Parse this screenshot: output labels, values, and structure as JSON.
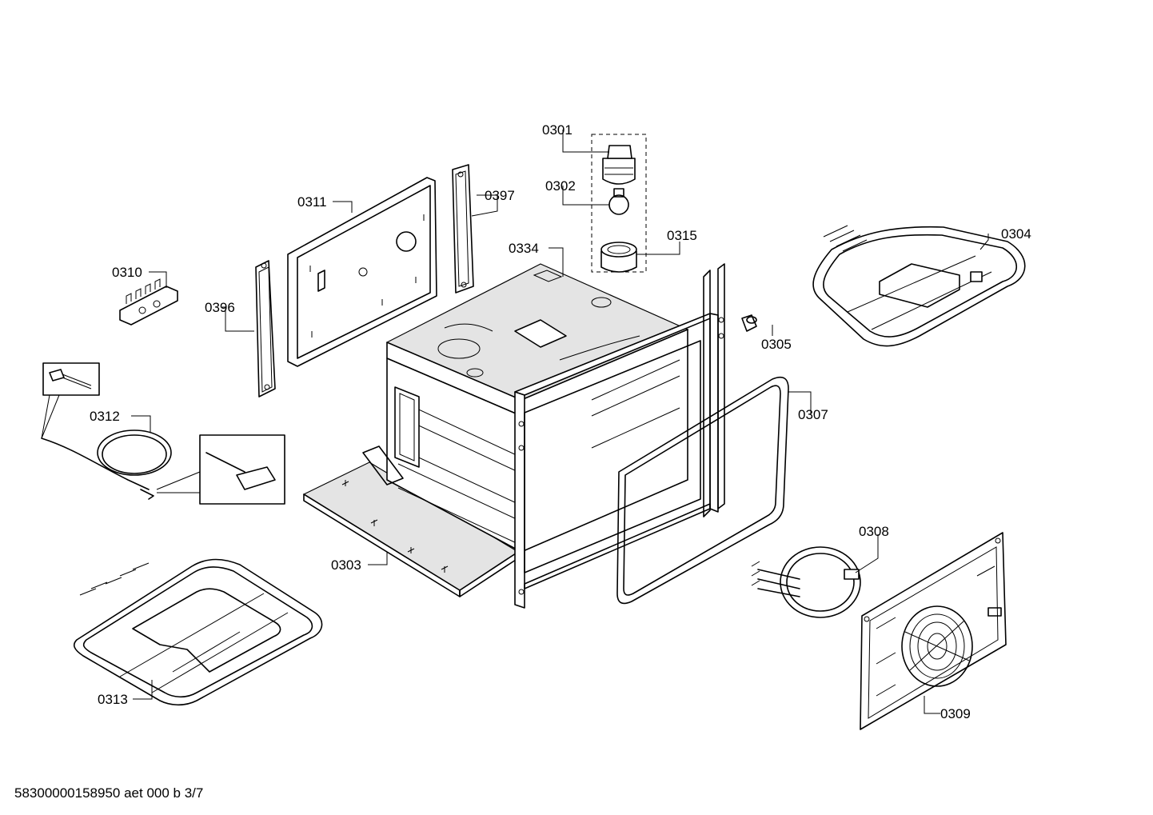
{
  "labels": {
    "p0301": "0301",
    "p0302": "0302",
    "p0303": "0303",
    "p0304": "0304",
    "p0305": "0305",
    "p0307": "0307",
    "p0308": "0308",
    "p0309": "0309",
    "p0310": "0310",
    "p0311": "0311",
    "p0312": "0312",
    "p0313": "0313",
    "p0315": "0315",
    "p0334": "0334",
    "p0396": "0396",
    "p0397": "0397"
  },
  "footer": "58300000158950 aet 000 b 3/7"
}
